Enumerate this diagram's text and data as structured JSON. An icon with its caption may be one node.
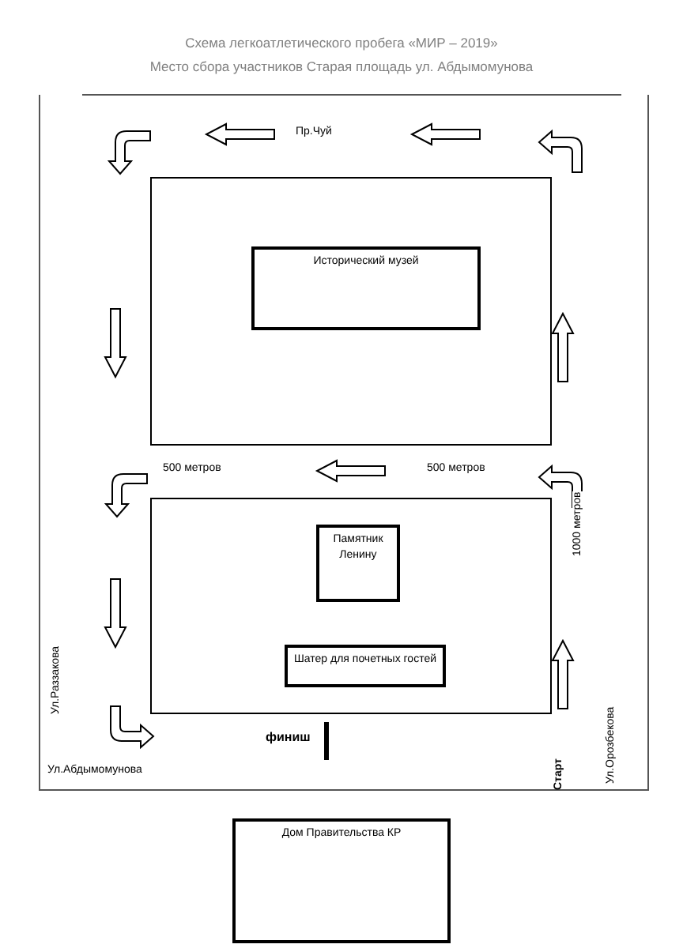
{
  "diagram": {
    "title": "Схема легкоатлетического пробега «МИР – 2019»",
    "nodes": [
      {
        "text": [],
        "shape": "box"
      },
      {
        "text": [
          "Исторический музей"
        ],
        "in": 0
      },
      {
        "text": [],
        "shape": "box"
      },
      {
        "text": [
          "Памятник Ленину"
        ],
        "in": 2
      },
      {
        "text": [
          "Шатер для  почетных гостей"
        ],
        "in": 2
      },
      {
        "text": [
          "Дом Правительства КР"
        ]
      }
    ],
    "labels": [
      "Место сбора участников  Старая площадь ул. Абдымомунова",
      "Пр.Чуй",
      "500 метров",
      "500 метров",
      "1000 метров",
      "Ул.Раззакова",
      "финиш",
      "Ул.Абдымомунова",
      "Старт",
      "Ул.Орозбекова"
    ]
  }
}
